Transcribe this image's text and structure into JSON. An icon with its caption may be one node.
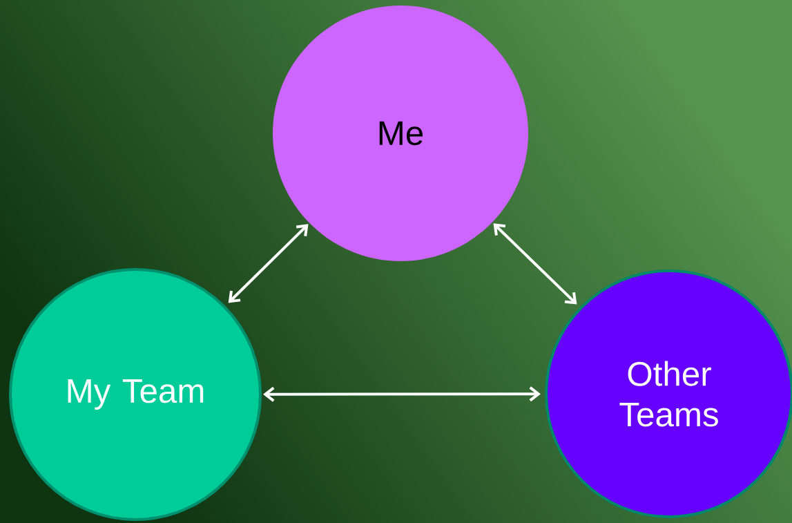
{
  "diagram": {
    "nodes": [
      {
        "text": [
          "Me"
        ]
      },
      {
        "text": [
          "My Team"
        ]
      },
      {
        "text": [
          "Other Teams"
        ]
      }
    ],
    "edges": [
      {
        "from": 0,
        "to": 1,
        "arrow": "both"
      },
      {
        "from": 0,
        "to": 2,
        "arrow": "both"
      },
      {
        "from": 1,
        "to": 2,
        "arrow": "both"
      }
    ]
  }
}
